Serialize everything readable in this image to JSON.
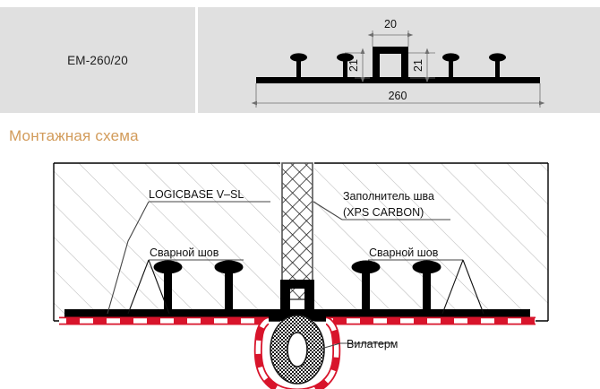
{
  "product": {
    "code": "EM-260/20",
    "dimensions": {
      "width_total": "260",
      "channel_width": "20",
      "stud_height_left": "21",
      "stud_height_right": "21"
    }
  },
  "section": {
    "heading": "Монтажная схема",
    "heading_color": "#d29b5a"
  },
  "assembly": {
    "labels": {
      "waterstop": "LOGICBASE V–SL",
      "joint_filler_line1": "Заполнитель шва",
      "joint_filler_line2": "(XPS CARBON)",
      "weld_seam_left": "Сварной шов",
      "weld_seam_right": "Сварной шов",
      "vilaterm": "Вилатерм"
    }
  },
  "colors": {
    "panel_background": "#e0e0e0",
    "membrane_red": "#d8142b",
    "profile_black": "#000000",
    "hatch_gray": "#b9b9b9",
    "dimension_gray": "#6f6f6f"
  }
}
